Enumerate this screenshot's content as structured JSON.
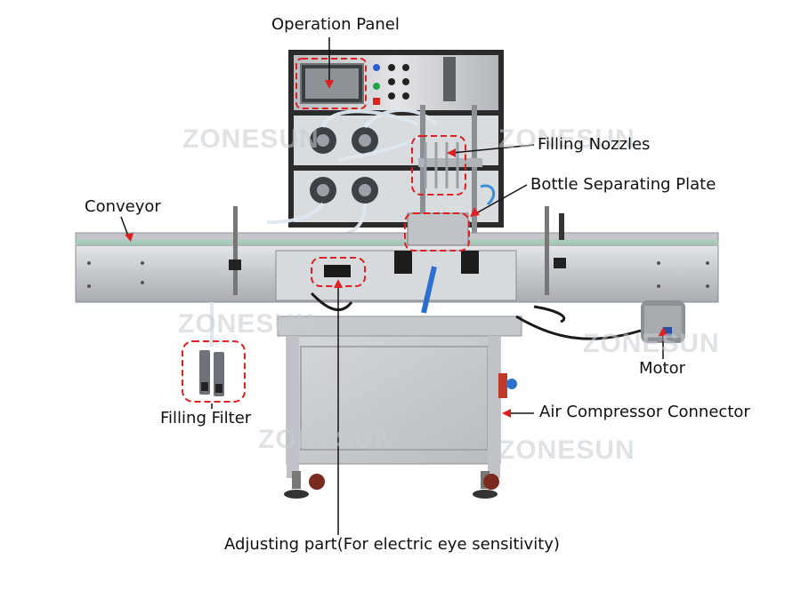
{
  "labels": {
    "operation_panel": "Operation Panel",
    "filling_nozzles": "Filling Nozzles",
    "bottle_separating_plate": "Bottle Separating Plate",
    "conveyor": "Conveyor",
    "motor": "Motor",
    "filling_filter": "Filling Filter",
    "air_compressor_connector": "Air Compressor Connector",
    "adjusting_part": "Adjusting part(For electric eye sensitivity)"
  },
  "watermark": "ZONESUN",
  "colors": {
    "callout": "#e02020",
    "leader": "#111111",
    "steel": "#c9ccd0",
    "frame": "#2a2a2a"
  }
}
